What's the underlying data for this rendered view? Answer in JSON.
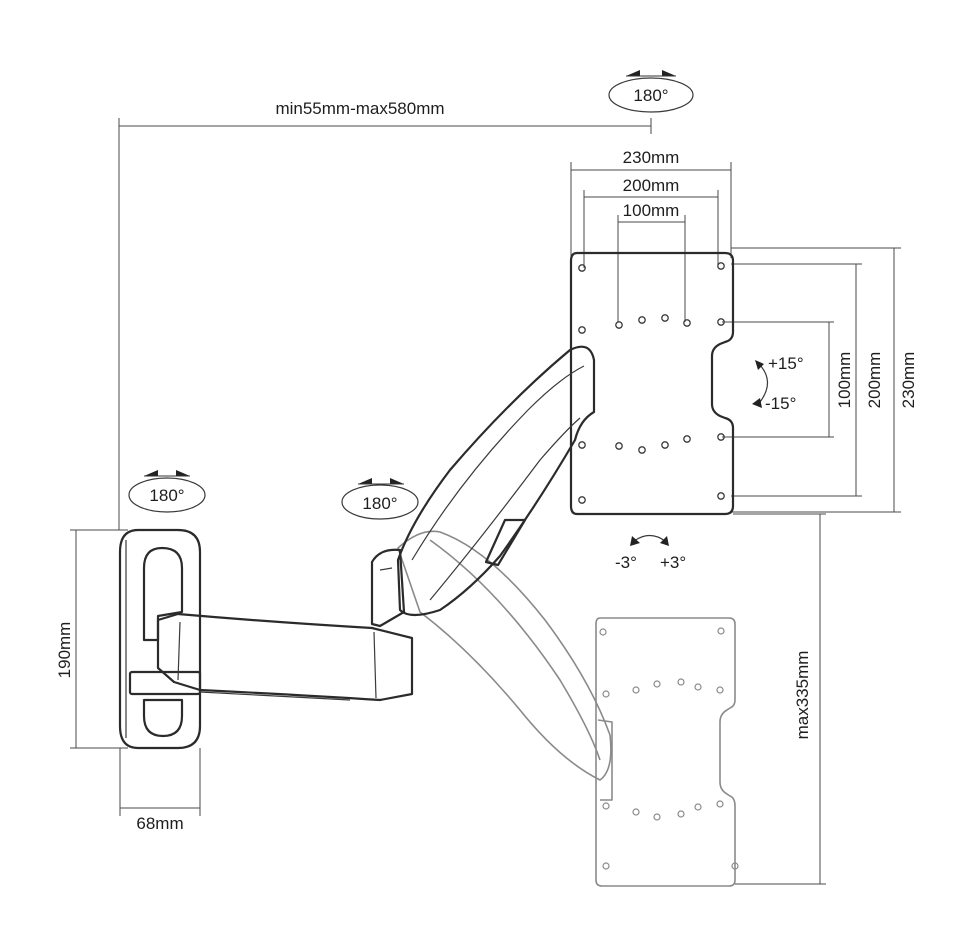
{
  "dimensions": {
    "arm_extension": "min55mm-max580mm",
    "vesa_width_outer": "230mm",
    "vesa_width_mid": "200mm",
    "vesa_width_inner": "100mm",
    "vesa_height_inner": "100mm",
    "vesa_height_mid": "200mm",
    "vesa_height_outer": "230mm",
    "wall_plate_height": "190mm",
    "wall_plate_depth": "68mm",
    "max_height_adjust": "max335mm"
  },
  "rotations": {
    "top_swivel": "180°",
    "wall_swivel": "180°",
    "arm_swivel": "180°"
  },
  "tilts": {
    "tilt_up": "+15°",
    "tilt_down": "-15°",
    "level_minus": "-3°",
    "level_plus": "+3°"
  }
}
